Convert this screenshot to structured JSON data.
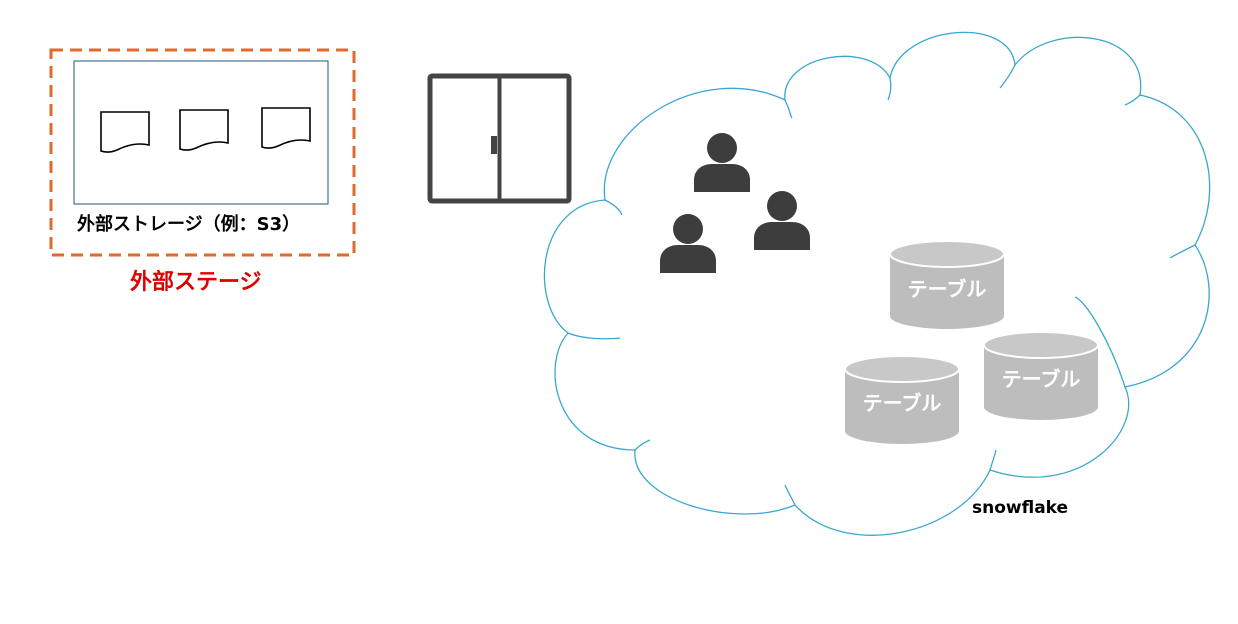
{
  "external_stage": {
    "storage_label": "外部ストレージ（例：S3）",
    "stage_label": "外部ステージ",
    "document_icon_names": [
      "document-icon",
      "document-icon",
      "document-icon"
    ]
  },
  "cloud": {
    "platform_label": "snowflake",
    "users_icon_names": [
      "user-icon",
      "user-icon",
      "user-icon"
    ],
    "tables": [
      {
        "label": "テーブル"
      },
      {
        "label": "テーブル"
      },
      {
        "label": "テーブル"
      }
    ]
  },
  "door": {
    "icon_name": "sliding-door-icon"
  },
  "colors": {
    "stage_border": "#e06a2b",
    "stage_label": "#e00000",
    "storage_border": "#1f5a6e",
    "cloud_stroke": "#3aa7d0",
    "icon_dark": "#3d3d3d",
    "table_fill": "#bdbdbd",
    "table_top": "#c4c4c4"
  }
}
